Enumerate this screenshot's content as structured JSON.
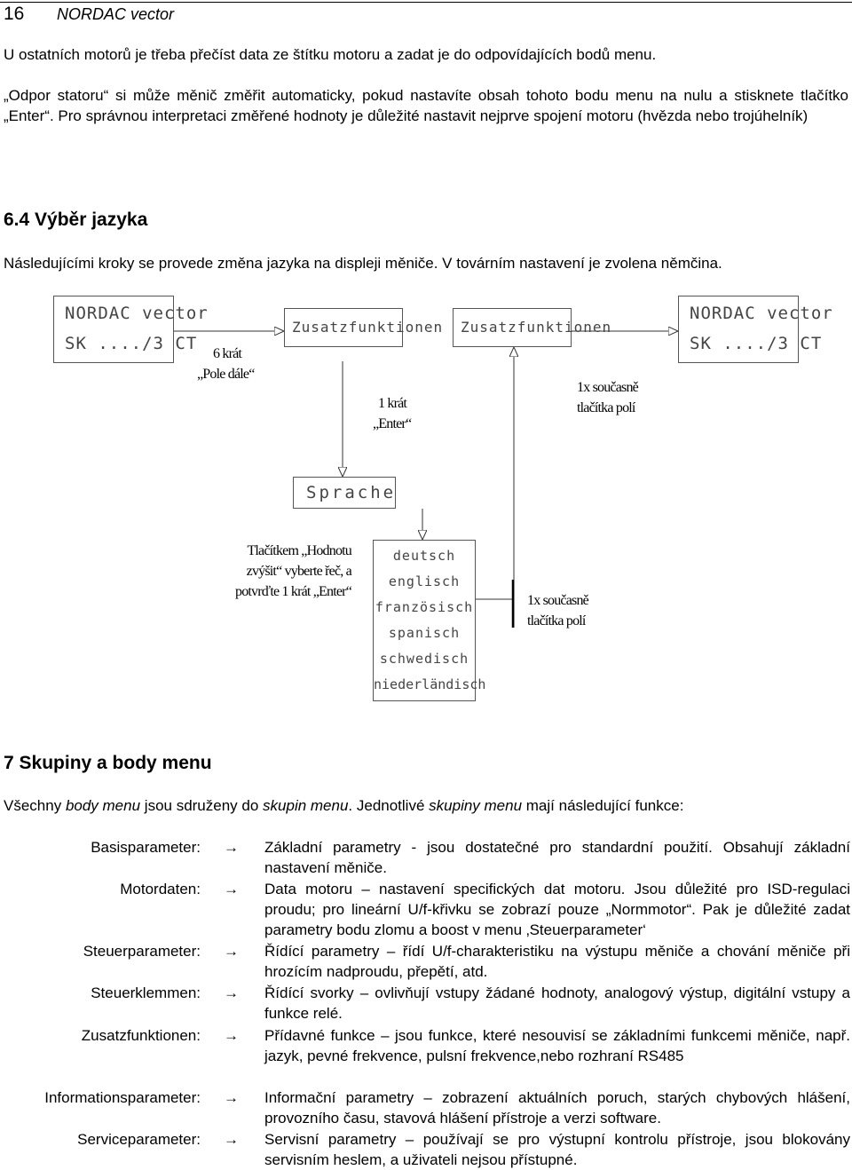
{
  "header": {
    "page_number": "16",
    "title": "NORDAC vector"
  },
  "intro": {
    "p1": "U ostatních motorů je třeba přečíst data ze štítku motoru a zadat je do odpovídajících bodů menu.",
    "p2": "„Odpor statoru“ si může měnič změřit automaticky, pokud nastavíte obsah tohoto bodu menu na nulu a stisknete tlačítko „Enter“. Pro správnou interpretaci změřené hodnoty je důležité nastavit nejprve spojení motoru (hvězda nebo trojúhelník)"
  },
  "section64": {
    "heading": "6.4  Výběr jazyka",
    "text": "Následujícími kroky se provede změna jazyka na displeji měniče. V továrním nastavení je zvolena němčina."
  },
  "diagram": {
    "display_start": {
      "line1": "NORDAC vector",
      "line2": "SK ..../3 CT"
    },
    "display_zusatz_1": "Zusatzfunktionen",
    "display_zusatz_2": "Zusatzfunktionen",
    "display_end": {
      "line1": "NORDAC vector",
      "line2": "SK ..../3 CT"
    },
    "display_sprache": "Sprache",
    "languages": [
      "deutsch",
      "englisch",
      "französisch",
      "spanisch",
      "schwedisch",
      "niederländisch"
    ],
    "note_6x": {
      "line1": "6 krát",
      "line2": "„Pole dále“"
    },
    "note_1x_enter": {
      "line1": "1 krát",
      "line2": "„Enter“"
    },
    "note_both_top": {
      "line1": "1x současně",
      "line2": "tlačítka polí"
    },
    "note_select": {
      "line1": "Tlačítkem „Hodnotu",
      "line2": "zvýšit“ vyberte řeč, a",
      "line3": "potvrďte 1 krát „Enter“"
    },
    "note_both_bottom": {
      "line1": "1x současně",
      "line2": "tlačítka polí"
    }
  },
  "section7": {
    "heading": "7  Skupiny a body menu",
    "intro": {
      "a": "Všechny ",
      "b": "body menu",
      "c": " jsou sdruženy do ",
      "d": "skupin menu",
      "e": ". Jednotlivé ",
      "f": "skupiny menu",
      "g": " mají následující funkce:"
    },
    "arrow": "→",
    "groups": [
      {
        "label": "Basisparameter:",
        "desc": "Základní parametry - jsou dostatečné pro standardní použití. Obsahují základní nastavení měniče."
      },
      {
        "label": "Motordaten:",
        "desc": "Data motoru – nastavení specifických dat motoru. Jsou důležité pro ISD-regulaci proudu; pro lineární U/f-křivku se zobrazí pouze „Normmotor“. Pak je důležité zadat parametry bodu zlomu a boost v menu ‚Steuerparameter‘"
      },
      {
        "label": "Steuerparameter:",
        "desc": "Řídící parametry – řídí U/f-charakteristiku na výstupu měniče a chování měniče při hrozícím nadproudu, přepětí, atd."
      },
      {
        "label": "Steuerklemmen:",
        "desc": "Řídící svorky – ovlivňují vstupy žádané hodnoty, analogový výstup, digitální vstupy a funkce relé."
      },
      {
        "label": "Zusatzfunktionen:",
        "desc": "Přídavné funkce – jsou funkce, které nesouvisí se základními funkcemi měniče, např. jazyk, pevné frekvence, pulsní frekvence,nebo rozhraní RS485"
      },
      {
        "label": "Informationsparameter:",
        "desc": "Informační parametry – zobrazení aktuálních poruch, starých chybových hlášení, provozního času, stavová hlášení přístroje a verzi software."
      },
      {
        "label": "Serviceparameter:",
        "desc": "Servisní parametry – používají se pro výstupní kontrolu přístroje, jsou blokovány servisním heslem, a uživateli nejsou přístupné."
      }
    ]
  }
}
